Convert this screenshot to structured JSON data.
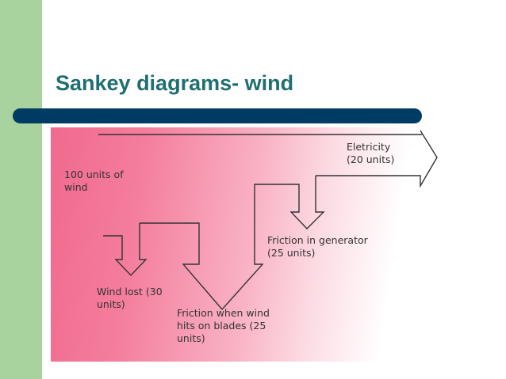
{
  "slide": {
    "title": "Sankey diagrams- wind",
    "colors": {
      "side_bar": "#a8d39e",
      "title_text": "#1f6f72",
      "title_rule": "#003b64",
      "diagram_pink": "#f06a8e",
      "arrow_stroke": "#333333"
    }
  },
  "diagram": {
    "input": {
      "label_lines": [
        "100 units of",
        "wind"
      ],
      "units": 100
    },
    "outputs": [
      {
        "id": "wind-lost",
        "label_lines": [
          "Wind lost (30",
          "units)"
        ],
        "units": 30
      },
      {
        "id": "friction-blades",
        "label_lines": [
          "Friction when wind",
          "hits on blades (25",
          "units)"
        ],
        "units": 25
      },
      {
        "id": "friction-generator",
        "label_lines": [
          "Friction in generator",
          "(25 units)"
        ],
        "units": 25
      },
      {
        "id": "electricity",
        "label_lines": [
          "Eletricity",
          "(20 units)"
        ],
        "units": 20
      }
    ]
  }
}
